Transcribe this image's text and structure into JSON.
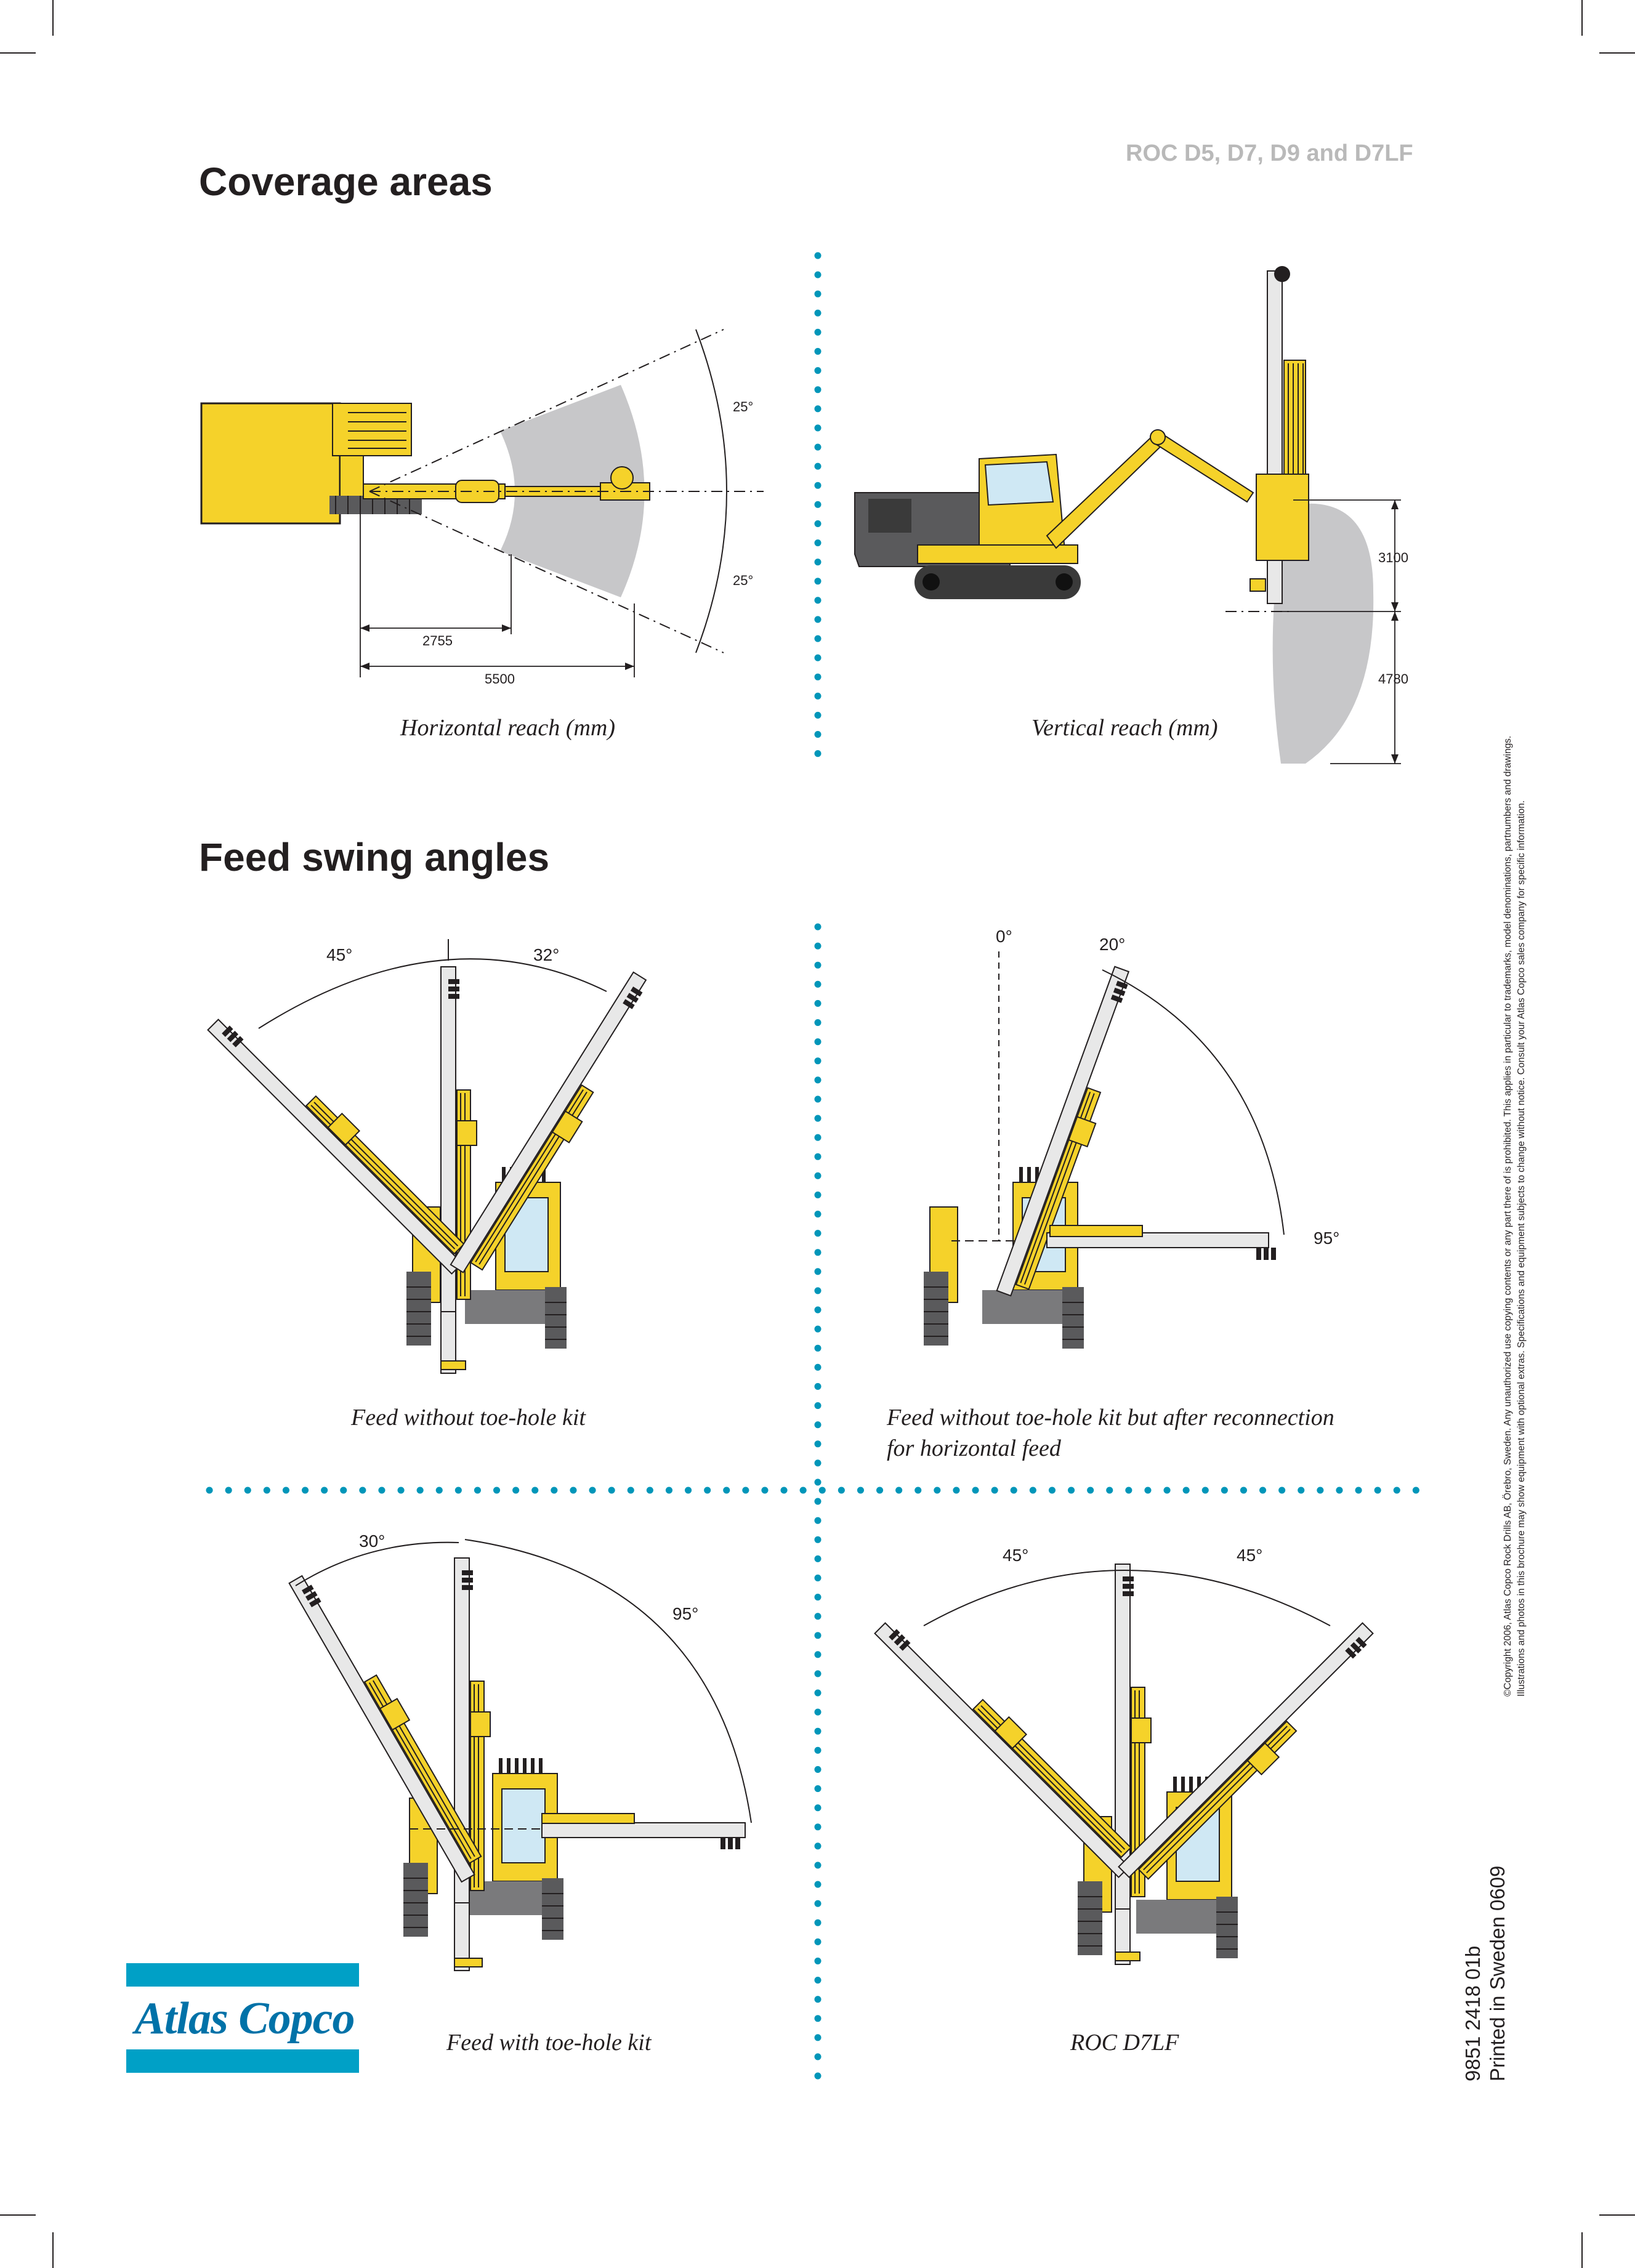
{
  "header": {
    "doc_title": "ROC D5, D7, D9 and D7LF"
  },
  "sections": {
    "coverage": {
      "heading": "Coverage areas",
      "horizontal": {
        "caption": "Horizontal reach (mm)",
        "angle_top": "25°",
        "angle_bottom": "25°",
        "dim_inner": "2755",
        "dim_outer": "5500"
      },
      "vertical": {
        "caption": "Vertical reach (mm)",
        "dim_upper": "3100",
        "dim_lower": "4780"
      }
    },
    "feed_swing": {
      "heading": "Feed swing angles",
      "panels": [
        {
          "caption": "Feed without toe-hole kit",
          "angle_left": "45°",
          "angle_right": "32°"
        },
        {
          "caption_line1": "Feed without toe-hole kit but after reconnection",
          "caption_line2": "for horizontal feed",
          "angle_zero": "0°",
          "angle_top": "20°",
          "angle_side": "95°"
        },
        {
          "caption": "Feed with toe-hole kit",
          "angle_left": "30°",
          "angle_right": "95°"
        },
        {
          "caption": "ROC D7LF",
          "angle_left": "45°",
          "angle_right": "45°"
        }
      ]
    }
  },
  "brand": {
    "logo_text": "Atlas Copco",
    "color_bar": "#00a0c6",
    "color_text": "#0072a8"
  },
  "legal": {
    "line1": "©Copyright 2006, Atlas Copco Rock Drills AB, Örebro, Sweden. Any unauthorized use copying contents or any part there of is prohibited. This applies in particular to trademarks, model denominations, partnumbers and drawings.",
    "line2": "Illustrations and photos in this brochure may show equipment with optional extras. Specifications and equipment subjects to change without notice. Consult your Atlas Copco sales company for specific information."
  },
  "document": {
    "number": "9851 2418 01b",
    "printed": "Printed in Sweden 0609"
  },
  "colors": {
    "machine_yellow": "#f5d22a",
    "divider_dots": "#0096b9",
    "coverage_gray": "#c7c7c9",
    "dark_gray": "#5a5a5c"
  }
}
